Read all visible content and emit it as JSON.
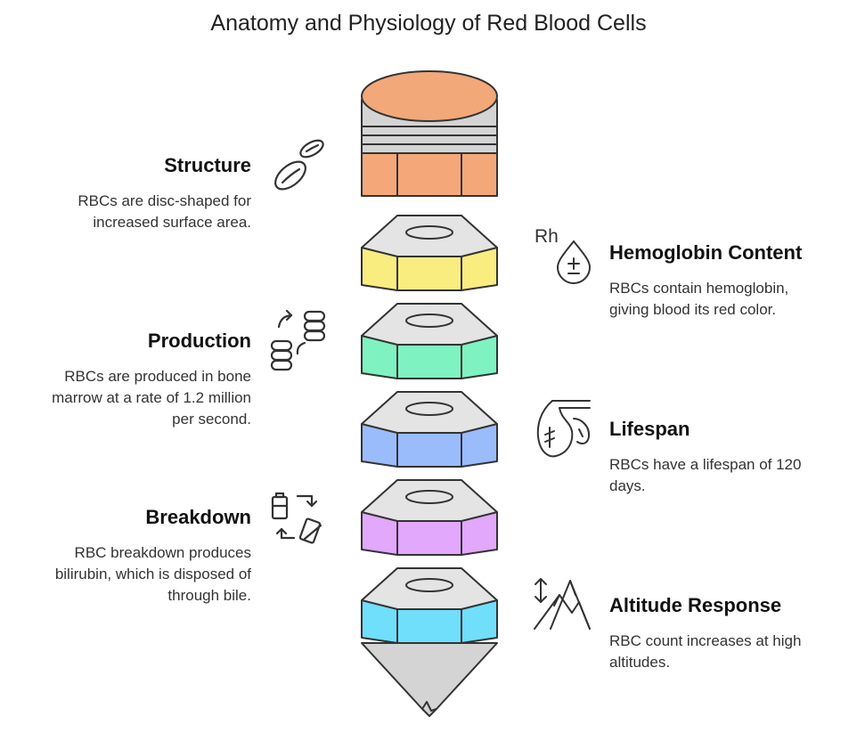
{
  "title": "Anatomy and Physiology of Red Blood Cells",
  "colors": {
    "outline": "#333333",
    "cap_top": "#f2a878",
    "structure_body": "#f4a87a",
    "hemoglobin": "#f9ed7f",
    "production": "#7ff2c2",
    "lifespan": "#9bbcfb",
    "breakdown": "#e2a8fb",
    "altitude": "#6fdffc",
    "gray": "#d4d4d4",
    "gray_light": "#e4e4e4"
  },
  "sections": [
    {
      "id": "structure",
      "side": "left",
      "heading": "Structure",
      "lines": [
        "RBCs are disc-shaped for",
        "increased surface area."
      ],
      "icon": "red-blood-cells-icon"
    },
    {
      "id": "hemoglobin",
      "side": "right",
      "heading": "Hemoglobin Content",
      "lines": [
        "RBCs contain hemoglobin,",
        "giving blood its red color."
      ],
      "icon": "rh-blood-drop-icon",
      "icon_text": "Rh"
    },
    {
      "id": "production",
      "side": "left",
      "heading": "Production",
      "lines": [
        "RBCs are produced in bone",
        "marrow at a rate of 1.2 million",
        "per second."
      ],
      "icon": "database-sync-icon"
    },
    {
      "id": "lifespan",
      "side": "right",
      "heading": "Lifespan",
      "lines": [
        "RBCs have a lifespan of 120",
        "days."
      ],
      "icon": "organ-icon"
    },
    {
      "id": "breakdown",
      "side": "left",
      "heading": "Breakdown",
      "lines": [
        "RBC breakdown produces",
        "bilirubin, which is disposed of",
        "through bile."
      ],
      "icon": "battery-cycle-icon"
    },
    {
      "id": "altitude",
      "side": "right",
      "heading": "Altitude Response",
      "lines": [
        "RBC count increases at high",
        "altitudes."
      ],
      "icon": "mountain-altitude-icon"
    }
  ]
}
